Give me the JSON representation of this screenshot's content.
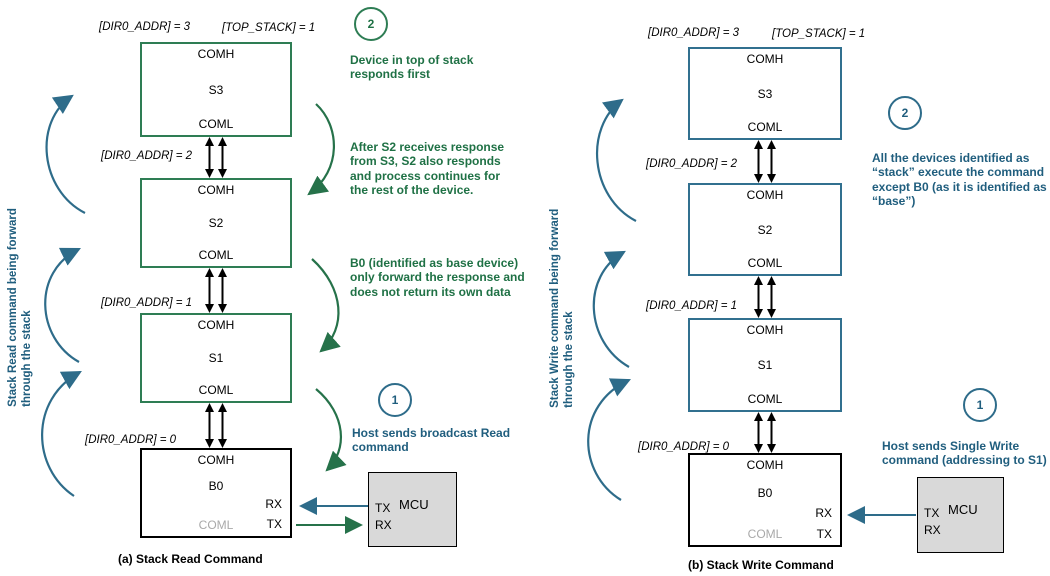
{
  "colors": {
    "green_text": "#1F7145",
    "green_border": "#2E7D54",
    "blue_text": "#205E7E",
    "blue_border": "#31708F",
    "unused_port": "#A9A9A9",
    "mcu_fill": "#D9D9D9",
    "wire_black": "#000000"
  },
  "a": {
    "caption": "(a) Stack Read Command",
    "flow_label": "Stack Read command being forward through the stack",
    "labels": {
      "dir0_addr_3": "[DIR0_ADDR] = 3",
      "top_stack": "[TOP_STACK] = 1",
      "dir0_addr_2": "[DIR0_ADDR] = 2",
      "dir0_addr_1": "[DIR0_ADDR] = 1",
      "dir0_addr_0": "[DIR0_ADDR] = 0"
    },
    "devices": [
      {
        "name": "S3",
        "comh": "COMH",
        "coml": "COML"
      },
      {
        "name": "S2",
        "comh": "COMH",
        "coml": "COML"
      },
      {
        "name": "S1",
        "comh": "COMH",
        "coml": "COML"
      },
      {
        "name": "B0",
        "comh": "COMH",
        "coml": "COML",
        "rx": "RX",
        "tx": "TX"
      }
    ],
    "mcu": {
      "name": "MCU",
      "tx": "TX",
      "rx": "RX"
    },
    "steps": {
      "step2_badge": "2",
      "step2_text": "Device in top of stack responds first",
      "note_after_s2": "After S2 receives response from S3, S2 also responds and process continues for the rest of the device.",
      "note_b0": "B0 (identified as base device) only forward the response and does not return its own data",
      "step1_badge": "1",
      "step1_text": "Host sends broadcast Read command"
    }
  },
  "b": {
    "caption": "(b) Stack Write Command",
    "flow_label": "Stack Write command being forward through the stack",
    "labels": {
      "dir0_addr_3": "[DIR0_ADDR] = 3",
      "top_stack": "[TOP_STACK] = 1",
      "dir0_addr_2": "[DIR0_ADDR] = 2",
      "dir0_addr_1": "[DIR0_ADDR] = 1",
      "dir0_addr_0": "[DIR0_ADDR] = 0"
    },
    "devices": [
      {
        "name": "S3",
        "comh": "COMH",
        "coml": "COML"
      },
      {
        "name": "S2",
        "comh": "COMH",
        "coml": "COML"
      },
      {
        "name": "S1",
        "comh": "COMH",
        "coml": "COML"
      },
      {
        "name": "B0",
        "comh": "COMH",
        "coml": "COML",
        "rx": "RX",
        "tx": "TX"
      }
    ],
    "mcu": {
      "name": "MCU",
      "tx": "TX",
      "rx": "RX"
    },
    "steps": {
      "step2_badge": "2",
      "step2_text": "All the devices identified as “stack” execute the command except B0 (as it is identified as “base”)",
      "step1_badge": "1",
      "step1_text": "Host sends Single Write command (addressing to S1)"
    }
  }
}
